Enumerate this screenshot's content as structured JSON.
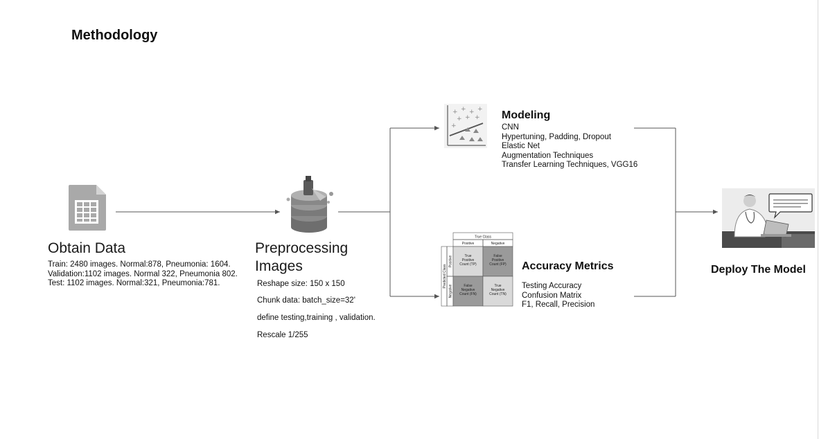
{
  "title": "Methodology",
  "obtain": {
    "title": "Obtain Data",
    "lines": [
      "Train: 2480 images. Normal:878, Pneumonia: 1604.",
      "Validation:1102 images. Normal 322, Pneumonia 802.",
      "Test: 1102 images. Normal:321, Pneumonia:781."
    ]
  },
  "preprocess": {
    "title_line1": "Preprocessing",
    "title_line2": "Images",
    "steps": [
      "Reshape size: 150 x 150",
      "Chunk data: batch_size=32'",
      "define testing,training , validation.",
      "Rescale  1/255"
    ]
  },
  "modeling": {
    "title": "Modeling",
    "items": [
      "CNN",
      "Hypertuning, Padding, Dropout",
      "Elastic Net",
      "Augmentation Techniques",
      "Transfer Learning Techniques, VGG16"
    ]
  },
  "metrics": {
    "title": "Accuracy Metrics",
    "items": [
      "Testing Accuracy",
      "Confusion Matrix",
      "F1, Recall, Precision"
    ],
    "matrix": {
      "true_class": "True Class",
      "positive": "Positive",
      "negative": "Negative",
      "predicted_class": "Predicted Class",
      "tp": [
        "True",
        "Positive",
        "Count (TP)"
      ],
      "fp": [
        "False",
        "Positive",
        "Count (FP)"
      ],
      "fn": [
        "False",
        "Negative",
        "Count (FN)"
      ],
      "tn": [
        "True",
        "Negative",
        "Count (TN)"
      ]
    }
  },
  "deploy": {
    "title": "Deploy The Model"
  },
  "icons": {
    "obtain": "spreadsheet-document-icon",
    "preprocess": "database-cleaning-icon",
    "modeling": "scatter-plot-icon",
    "metrics": "confusion-matrix-icon",
    "deploy": "doctor-laptop-icon"
  }
}
